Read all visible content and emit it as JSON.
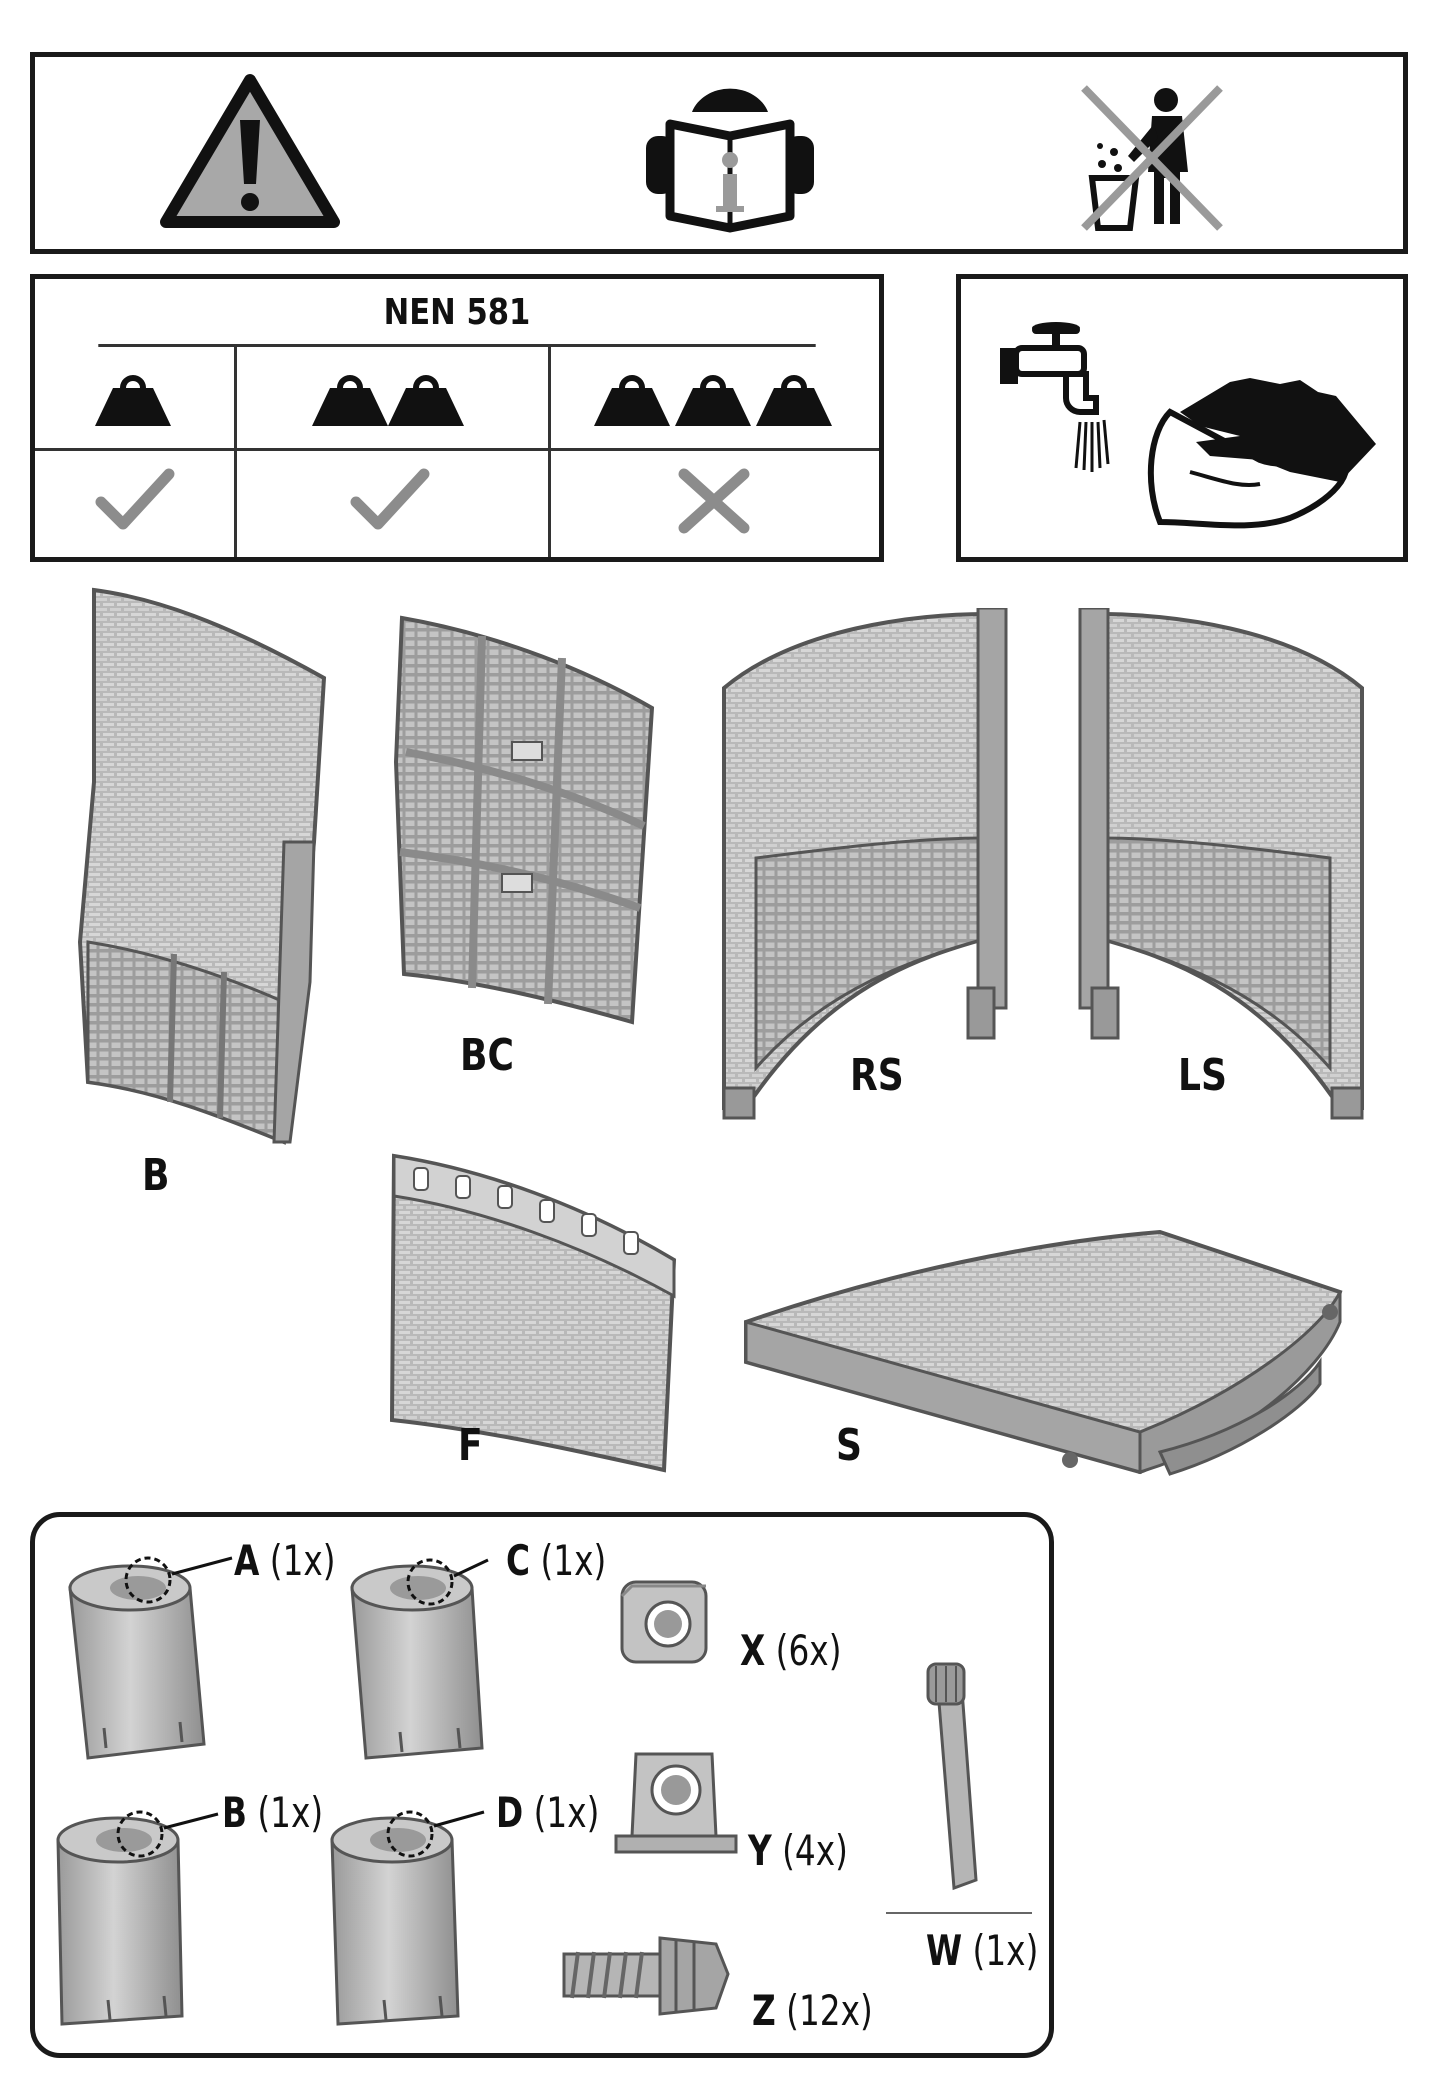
{
  "icons": {
    "warning": "warning-triangle-icon",
    "manual": "read-manual-icon",
    "disposal": "no-household-waste-icon",
    "weight": "weight-icon",
    "check": "check-icon",
    "cross": "cross-icon",
    "tap": "water-tap-icon",
    "wipe": "wipe-cloth-hand-icon"
  },
  "load_table": {
    "title": "NEN 581",
    "columns": [
      {
        "weights": 1,
        "allowed": true
      },
      {
        "weights": 2,
        "allowed": true
      },
      {
        "weights": 3,
        "allowed": false
      }
    ]
  },
  "panels": [
    {
      "id": "B",
      "label": "B"
    },
    {
      "id": "BC",
      "label": "BC"
    },
    {
      "id": "RS",
      "label": "RS"
    },
    {
      "id": "LS",
      "label": "LS"
    },
    {
      "id": "F",
      "label": "F"
    },
    {
      "id": "S",
      "label": "S"
    }
  ],
  "hardware": {
    "A": {
      "letter": "A",
      "qty": "(1x)"
    },
    "C": {
      "letter": "C",
      "qty": "(1x)"
    },
    "B": {
      "letter": "B",
      "qty": "(1x)"
    },
    "D": {
      "letter": "D",
      "qty": "(1x)"
    },
    "X": {
      "letter": "X",
      "qty": "(6x)"
    },
    "Y": {
      "letter": "Y",
      "qty": "(4x)"
    },
    "Z": {
      "letter": "Z",
      "qty": "(12x)"
    },
    "W": {
      "letter": "W",
      "qty": "(1x)"
    }
  },
  "colors": {
    "frame": "#1a1a1a",
    "part_fill": "#b8b8b8",
    "part_dark": "#8a8a8a",
    "check": "#8c8c8c"
  }
}
